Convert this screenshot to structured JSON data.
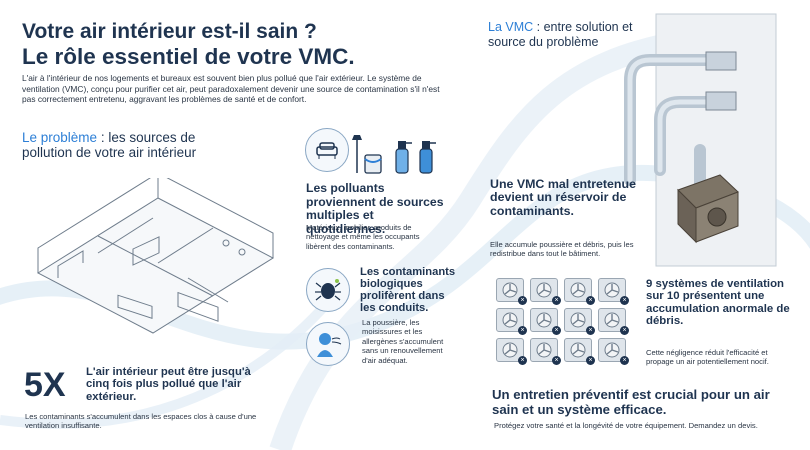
{
  "header": {
    "title_line1": "Votre air intérieur est-il sain ?",
    "title_line2": "Le rôle essentiel de votre VMC.",
    "intro": "L'air à l'intérieur de nos logements et bureaux est souvent bien plus pollué que l'air extérieur. Le système de ventilation (VMC), conçu pour purifier cet air, peut paradoxalement devenir une source de contamination s'il n'est pas correctement entretenu, aggravant les problèmes de santé et de confort."
  },
  "problem": {
    "heading_accent": "Le problème",
    "heading_rest": " : les sources de pollution de votre air intérieur"
  },
  "pollutants": {
    "title": "Les polluants proviennent de sources multiples et quotidiennes.",
    "text": "Matériaux, mobilier, produits de nettoyage et même les occupants libèrent des contaminants."
  },
  "contaminants": {
    "title": "Les contaminants biologiques prolifèrent dans les conduits.",
    "text": "La poussière, les moisissures et les allergènes s'accumulent sans un renouvellement d'air adéquat."
  },
  "stat_5x": {
    "big": "5X",
    "title": "L'air intérieur peut être jusqu'à cinq fois plus pollué que l'air extérieur.",
    "text": "Les contaminants s'accumulent dans les espaces clos à cause d'une ventilation insuffisante."
  },
  "vmc": {
    "heading_accent": "La VMC",
    "heading_rest": " : entre solution et source du problème"
  },
  "reservoir": {
    "title": "Une VMC mal entretenue devient un réservoir de contaminants.",
    "text": "Elle accumule poussière et débris, puis les redistribue dans tout le bâtiment."
  },
  "nine_of_ten": {
    "title": "9 systèmes de ventilation sur 10 présentent une accumulation anormale de débris.",
    "text": "Cette négligence réduit l'efficacité et propage un air potentiellement nocif.",
    "total_units": 12
  },
  "footer": {
    "title": "Un entretien préventif est crucial pour un air sain et un système efficace.",
    "text": "Protégez votre santé et la longévité de votre équipement. Demandez un devis."
  },
  "colors": {
    "navy": "#1f3450",
    "accent_blue": "#2d7fd6",
    "swirl": "#cfe0ee"
  },
  "icons": [
    "sofa-icon",
    "paint-can-icon",
    "spray-bottle-icon",
    "mite-icon",
    "breathing-person-icon",
    "fan-unit-icon",
    "debris-x-icon"
  ]
}
